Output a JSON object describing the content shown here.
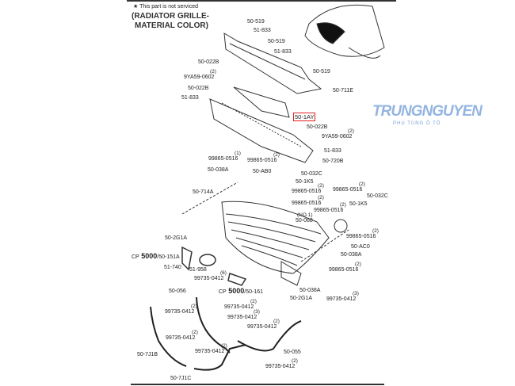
{
  "header": {
    "note": "★ This part is not serviced",
    "title_line1": "(RADIATOR GRILLE-",
    "title_line2": "MATERIAL COLOR)"
  },
  "highlight_label": "50-1AY",
  "watermark": {
    "brand": "TRUNGNGUYEN",
    "tagline": "PHỤ TÙNG Ô TÔ"
  },
  "cp_labels": [
    {
      "prefix": "CP",
      "num": "5000",
      "part": "/50-151A"
    },
    {
      "prefix": "CP",
      "num": "5000",
      "part": "/50-161"
    }
  ],
  "labels": [
    {
      "text": "50-519"
    },
    {
      "text": "51-833"
    },
    {
      "text": "50-519"
    },
    {
      "text": "51-833"
    },
    {
      "text": "50-519"
    },
    {
      "text": "50-711E"
    },
    {
      "text": "50-022B"
    },
    {
      "text": "9YA59-0602",
      "qty": "(2)"
    },
    {
      "text": "50-022B"
    },
    {
      "text": "51-833"
    },
    {
      "text": "50-022B"
    },
    {
      "text": "9YA59-0602",
      "qty": "(2)"
    },
    {
      "text": "51-833"
    },
    {
      "text": "50-720B"
    },
    {
      "text": "99865-0516",
      "qty": "(1)"
    },
    {
      "text": "99865-0516",
      "qty": "(2)"
    },
    {
      "text": "50-038A"
    },
    {
      "text": "50-AB0"
    },
    {
      "text": "50-032C"
    },
    {
      "text": "50-1K5"
    },
    {
      "text": "50-714A"
    },
    {
      "text": "99865-0516",
      "qty": "(2)"
    },
    {
      "text": "99865-0516",
      "qty": "(2)"
    },
    {
      "text": "99865-0516",
      "qty": "(2)"
    },
    {
      "text": "50-032C"
    },
    {
      "text": "50-1K5"
    },
    {
      "text": "99865-0516",
      "qty": "(2)"
    },
    {
      "text": "50-068",
      "qty": "(NO.1)"
    },
    {
      "text": "50-2G1A"
    },
    {
      "text": "99865-0516",
      "qty": "(2)"
    },
    {
      "text": "50-AC0"
    },
    {
      "text": "50-038A"
    },
    {
      "text": "51-740"
    },
    {
      "text": "51-958"
    },
    {
      "text": "99865-0516",
      "qty": "(2)"
    },
    {
      "text": "99735-0412",
      "qty": "(6)"
    },
    {
      "text": "50-056"
    },
    {
      "text": "50-038A"
    },
    {
      "text": "50-2G1A"
    },
    {
      "text": "99735-0412",
      "qty": "(3)"
    },
    {
      "text": "99735-0412",
      "qty": "(2)"
    },
    {
      "text": "99735-0412",
      "qty": "(2)"
    },
    {
      "text": "99735-0412",
      "qty": "(3)"
    },
    {
      "text": "99735-0412",
      "qty": "(2)"
    },
    {
      "text": "99735-0412",
      "qty": "(2)"
    },
    {
      "text": "50-7J1B"
    },
    {
      "text": "99735-0412",
      "qty": "(2)"
    },
    {
      "text": "50-055"
    },
    {
      "text": "99735-0412",
      "qty": "(2)"
    },
    {
      "text": "50-7J1C"
    }
  ]
}
